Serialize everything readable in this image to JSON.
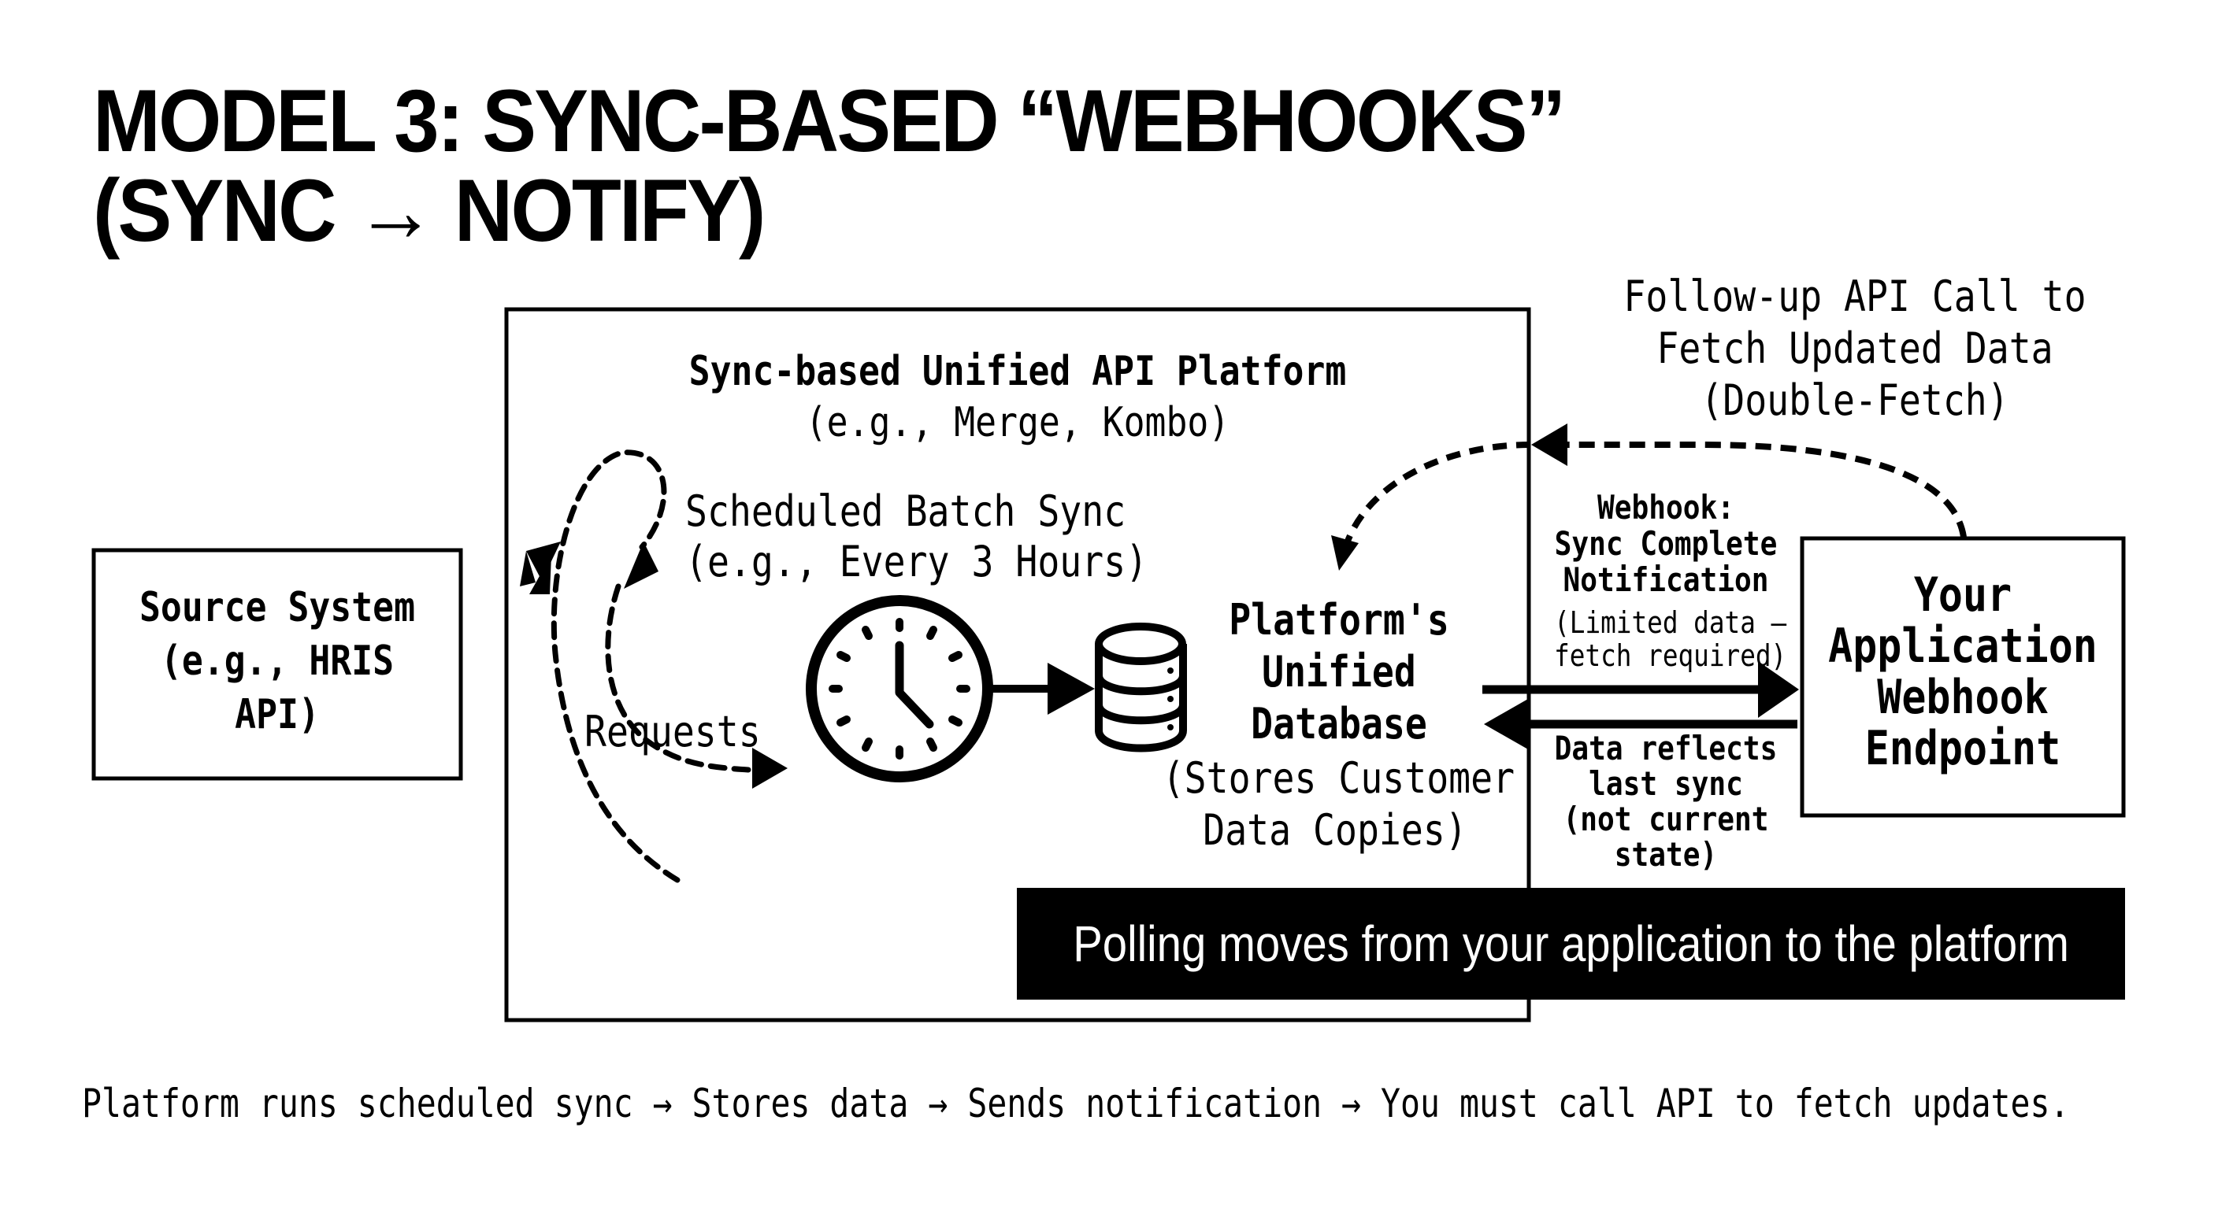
{
  "title": {
    "line1": "MODEL 3: SYNC-BASED “WEBHOOKS”",
    "line2": "(SYNC → NOTIFY)"
  },
  "source_system": {
    "lines": [
      "Source System",
      "(e.g., HRIS",
      "API)"
    ]
  },
  "platform": {
    "title": "Sync-based Unified API Platform",
    "subtitle": "(e.g., Merge, Kombo)",
    "scheduled_sync": [
      "Scheduled Batch Sync",
      "(e.g., Every 3 Hours)"
    ],
    "requests_label": "Requests",
    "clock_icon": "clock-icon",
    "database_icon": "database-icon",
    "database_label": [
      "Platform's",
      "Unified",
      "Database"
    ],
    "database_note": [
      "(Stores Customer",
      "Data Copies)"
    ]
  },
  "follow_up": {
    "lines": [
      "Follow-up API Call to",
      "Fetch Updated Data",
      "(Double-Fetch)"
    ]
  },
  "webhook_label": {
    "lines": [
      "Webhook:",
      "Sync Complete",
      "Notification"
    ],
    "note": [
      "(Limited data –",
      "fetch required)"
    ]
  },
  "data_reflects": {
    "lines": [
      "Data reflects",
      "last sync",
      "(not current",
      "state)"
    ]
  },
  "application": {
    "lines": [
      "Your",
      "Application",
      "Webhook",
      "Endpoint"
    ]
  },
  "banner": {
    "text": "Polling moves from your application to the platform",
    "background": "#000000",
    "color": "#ffffff"
  },
  "footer": {
    "text": "Platform runs scheduled sync → Stores data → Sends notification → You must call API to fetch updates."
  }
}
